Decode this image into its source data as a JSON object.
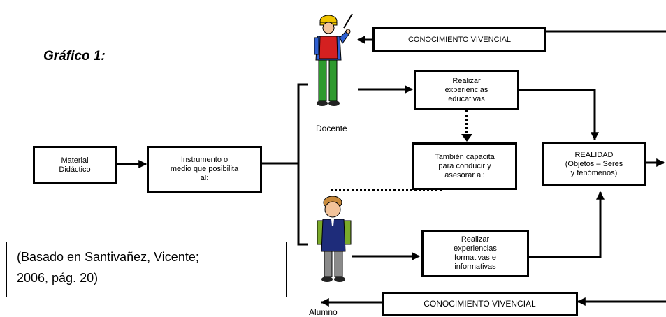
{
  "title": "Gráfico 1:",
  "boxes": {
    "material": "Material\nDidáctico",
    "instrumento": "Instrumento o\nmedio que posibilita\nal:",
    "conocimiento_top": "CONOCIMIENTO VIVENCIAL",
    "realizar_educativas": "Realizar\nexperiencias\neducativas",
    "tambien": "También capacita\npara conducir y\nasesorar al:",
    "realidad": "REALIDAD\n(Objetos – Seres\ny fenómenos)",
    "realizar_formativas": "Realizar\nexperiencias\nformativas e\ninformativas",
    "conocimiento_bottom": "CONOCIMIENTO VIVENCIAL"
  },
  "labels": {
    "docente": "Docente",
    "alumno": "Alumno"
  },
  "citation": "(Basado en Santivañez, Vicente;\n2006, pág. 20)",
  "icons": {
    "docente": "teacher-figure-icon",
    "alumno": "student-figure-icon"
  },
  "colors": {
    "teacher_vest": "#d42020",
    "teacher_shirt": "#2f5fd0",
    "teacher_pants": "#2e9a2e",
    "teacher_hat": "#f0c400",
    "student_shirt": "#1e2c7a",
    "student_pants": "#8a8a8a",
    "student_backpack": "#7aa92a"
  }
}
